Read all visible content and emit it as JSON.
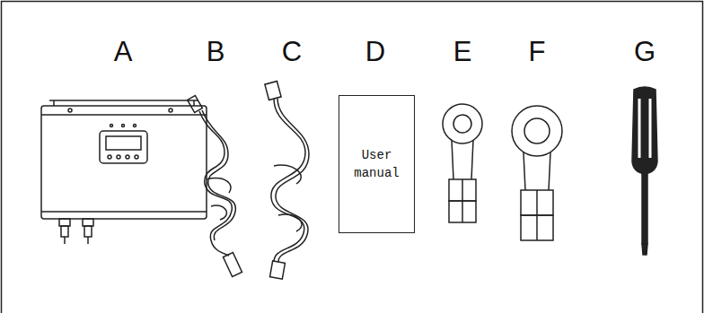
{
  "diagram": {
    "nodes": [
      {
        "text": [
          "User manual"
        ]
      }
    ],
    "labels": [
      "A",
      "B",
      "C",
      "D",
      "E",
      "F",
      "G"
    ]
  }
}
